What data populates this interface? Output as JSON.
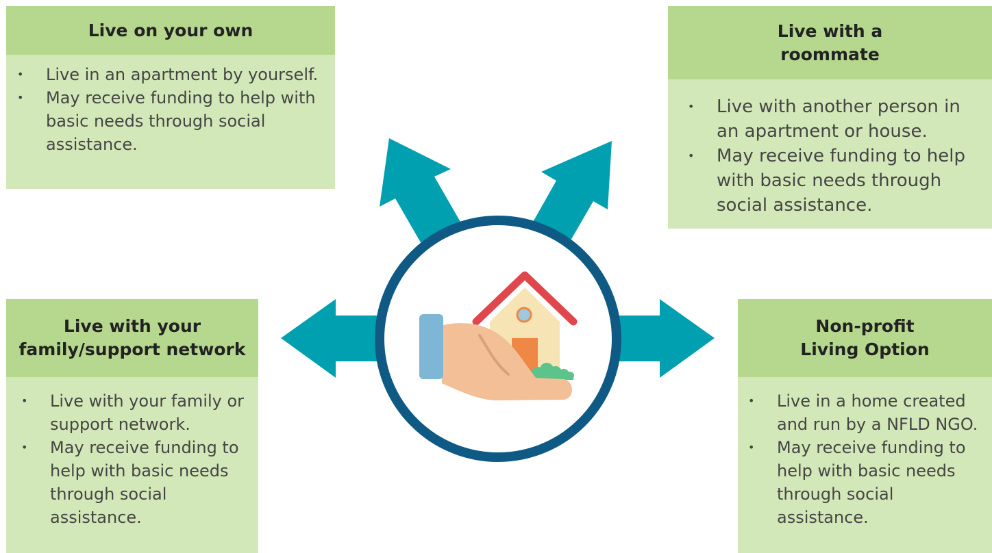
{
  "cards": {
    "own": {
      "title": "Live on your own",
      "items": [
        "Live in an apartment by yourself.",
        "May receive funding to help with basic needs through social assistance."
      ]
    },
    "roommate": {
      "title": "Live with a roommate",
      "items": [
        "Live with another person in an apartment or house.",
        "May receive funding to help with basic needs through social assistance."
      ]
    },
    "family": {
      "title": "Live with your family/support network",
      "items": [
        "Live with your family or support network.",
        "May receive funding to help with basic needs through social assistance."
      ]
    },
    "nonprofit": {
      "title": "Non-profit Living Option",
      "items": [
        "Live in a home created and run by a NFLD NGO.",
        "May receive funding to help with basic needs through social assistance."
      ]
    }
  },
  "colors": {
    "arrow": "#00a0b0",
    "circle_ring": "#0f5a85",
    "card_header": "#b5d88e",
    "card_body": "#d3e8b8",
    "roof": "#e0474c",
    "house_wall": "#f7e4b5",
    "door": "#ee8844",
    "window": "#9cc8e0",
    "hand": "#f2bf97",
    "cuff": "#7eb6d6",
    "bush": "#5cc48a"
  },
  "center_icon": "hand-holding-house-icon"
}
